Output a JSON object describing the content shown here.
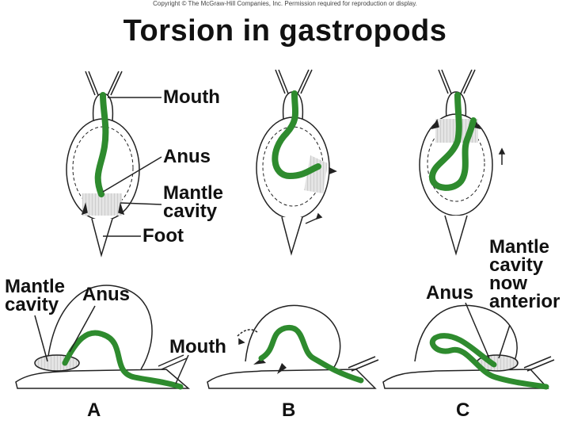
{
  "copyright": "Copyright © The McGraw-Hill Companies, Inc. Permission required for reproduction or display.",
  "title": "Torsion in gastropods",
  "labels": {
    "mouth_top": "Mouth",
    "anus_top": "Anus",
    "mantle_top_line1": "Mantle",
    "mantle_top_line2": "cavity",
    "foot": "Foot",
    "mantle_left_line1": "Mantle",
    "mantle_left_line2": "cavity",
    "anus_left": "Anus",
    "mouth_bottom": "Mouth",
    "anus_right": "Anus",
    "mantle_right_line1": "Mantle",
    "mantle_right_line2": "cavity",
    "mantle_right_line3": "now",
    "mantle_right_line4": "anterior"
  },
  "panels": [
    "A",
    "B",
    "C"
  ],
  "colors": {
    "gut": "#2e8b2e",
    "outline": "#222222",
    "mantle": "#d9d9d9"
  }
}
